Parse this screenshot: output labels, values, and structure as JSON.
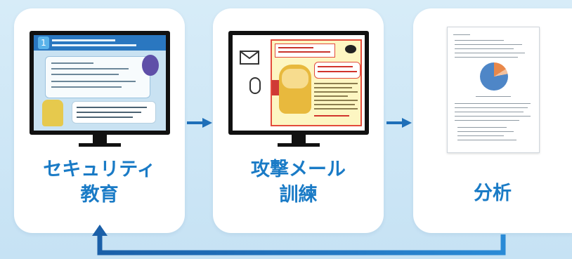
{
  "steps": [
    {
      "label_lines": [
        "セキュリティ",
        "教育"
      ]
    },
    {
      "label_lines": [
        "攻撃メール",
        "訓練"
      ]
    },
    {
      "label_lines": [
        "分析"
      ]
    }
  ],
  "colors": {
    "background": "#cfe8f6",
    "card": "#ffffff",
    "label_text": "#1a7bc6",
    "arrow": "#1f6fb8",
    "monitor": "#111111"
  },
  "icons": {
    "step_arrow": "right-arrow-icon",
    "loop_arrow": "loop-back-arrow-icon",
    "envelope": "envelope-icon",
    "mouse": "mouse-icon"
  }
}
